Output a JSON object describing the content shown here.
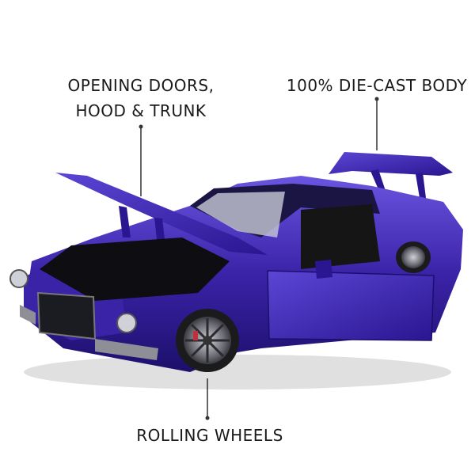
{
  "callouts": {
    "opening_doors": {
      "line1": "OPENING DOORS,",
      "line2": "HOOD & TRUNK"
    },
    "diecast_body": {
      "text": "100% DIE-CAST BODY"
    },
    "rolling_wheels": {
      "text": "ROLLING WHEELS"
    }
  },
  "colors": {
    "body": "#3b23a8",
    "body_light": "#5b46d6",
    "body_dark": "#1c0f6b",
    "tire": "#1b1b1d",
    "rim": "#8a8a92",
    "leader_line": "#333333"
  }
}
